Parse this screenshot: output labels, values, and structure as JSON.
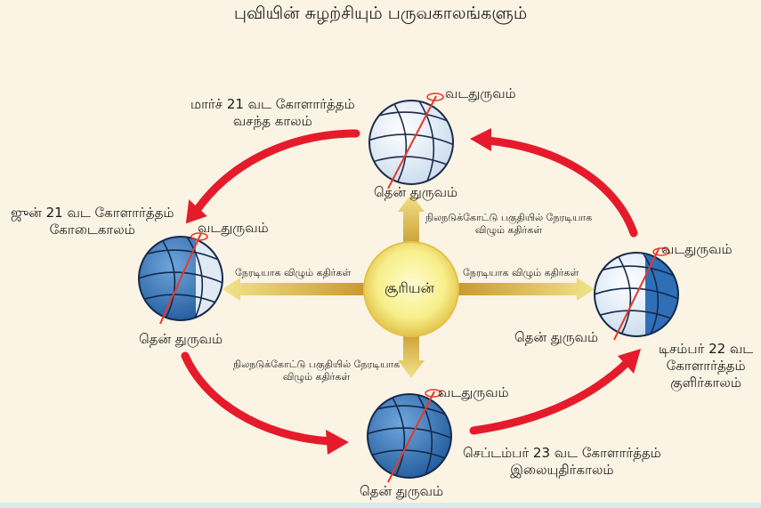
{
  "title": "புவியின் சுழற்சியும் பருவகாலங்களும்",
  "sun_label": "சூரியன்",
  "north_pole": "வடதுருவம்",
  "south_pole": "தென் துருவம்",
  "rays_direct": "நேரடியாக விழும் கதிர்கள்",
  "rays_equator_line1": "நிலநடுக்கோட்டு பகுதியில் நேரடியாக",
  "rays_equator_line2": "விழும் கதிர்கள்",
  "seasons": {
    "march": {
      "line1": "மார்ச் 21 வட கோளார்த்தம்",
      "line2": "வசந்த காலம்"
    },
    "june": {
      "line1": "ஜுன் 21 வட கோளார்த்தம்",
      "line2": "கோடைகாலம்"
    },
    "december": {
      "line1": "டிசம்பர் 22  வட",
      "line2": "கோளார்த்தம்",
      "line3": "குளிர்காலம்"
    },
    "september": {
      "line1": "செப்டம்பர் 23 வட கோளார்த்தம்",
      "line2": "இலையுதிர்காலம்"
    }
  },
  "colors": {
    "background": "#fbf3e4",
    "orbit_arrow": "#e51b2b",
    "globe_blue": "#2e6fb7",
    "globe_light": "#d9e6f2",
    "sun_yellow": "#f7ef8a",
    "ray_gold": "#c9a032",
    "axis_red": "#e23b2a"
  }
}
